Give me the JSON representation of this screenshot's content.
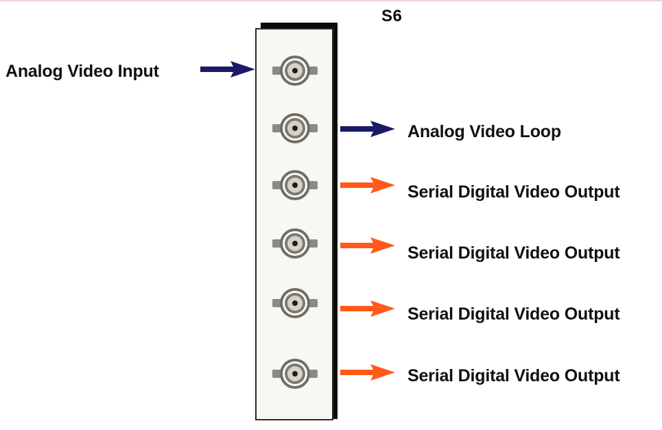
{
  "slot": {
    "label": "S6"
  },
  "input": {
    "label": "Analog Video Input"
  },
  "colors": {
    "input_arrow": "#1b1a66",
    "loop_arrow": "#1b1a66",
    "output_arrow": "#ff5a1a",
    "panel": "#f8f7f1",
    "connector_ring": "#7b7b73",
    "connector_body": "#d7d2c6"
  },
  "connectors": [
    {
      "role": "input"
    },
    {
      "role": "loop",
      "label": "Analog Video Loop"
    },
    {
      "role": "output",
      "label": "Serial Digital Video Output"
    },
    {
      "role": "output",
      "label": "Serial Digital Video Output"
    },
    {
      "role": "output",
      "label": "Serial Digital Video Output"
    },
    {
      "role": "output",
      "label": "Serial Digital Video Output"
    }
  ]
}
